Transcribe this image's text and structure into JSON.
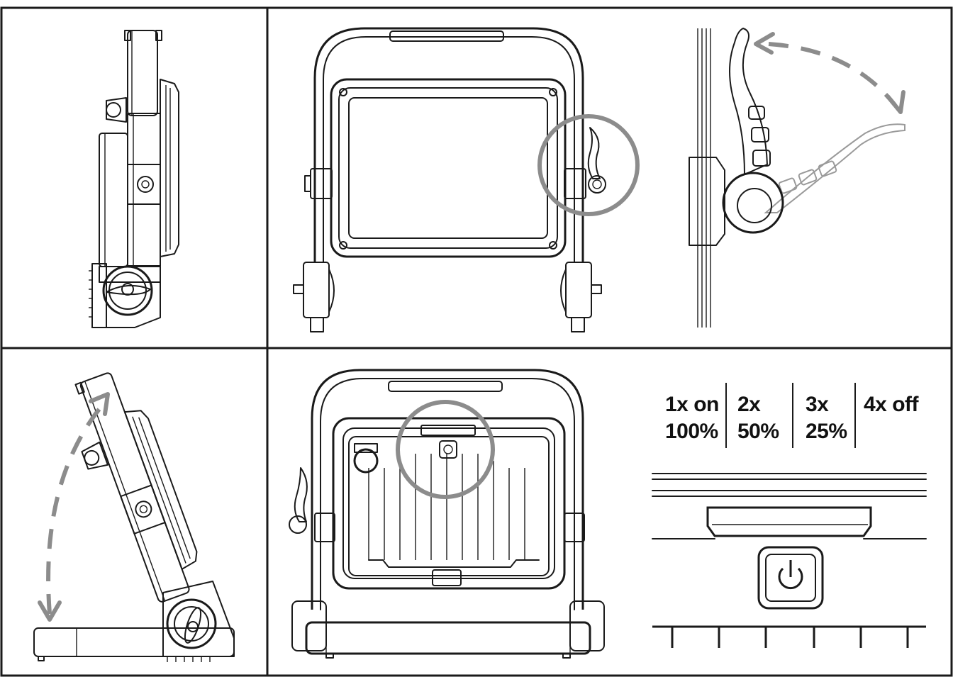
{
  "figure": {
    "panels": [
      {
        "id": "side-view"
      },
      {
        "id": "front-view-with-handle-callout"
      },
      {
        "id": "handle-rotation-detail"
      },
      {
        "id": "tilt-adjustment-side-view"
      },
      {
        "id": "back-view-with-switch-callout"
      },
      {
        "id": "switch-modes-detail"
      }
    ],
    "switch_modes": [
      {
        "press": "1x on",
        "level": "100%"
      },
      {
        "press": "2x",
        "level": "50%"
      },
      {
        "press": "3x",
        "level": "25%"
      },
      {
        "press": "4x off",
        "level": ""
      }
    ],
    "colors": {
      "line": "#1a1a1a",
      "callout": "#8c8c8c",
      "background": "#ffffff"
    },
    "icons": [
      "power-icon",
      "rotation-arrow-icon",
      "callout-circle"
    ]
  }
}
